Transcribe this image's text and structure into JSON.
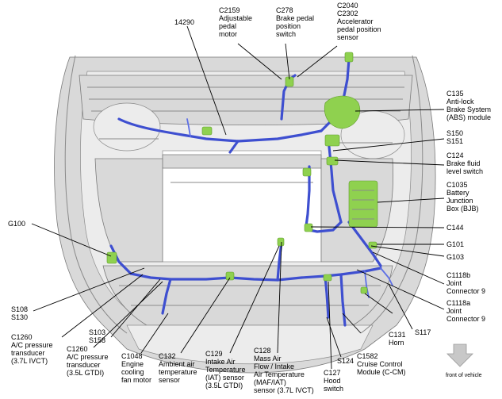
{
  "labels": {
    "c2159": [
      "C2159",
      "Adjustable",
      "pedal",
      "motor"
    ],
    "c278": [
      "C278",
      "Brake pedal",
      "position",
      "switch"
    ],
    "c2040": [
      "C2040",
      "C2302",
      "Accelerator",
      "pedal position",
      "sensor"
    ],
    "n14290": [
      "14290"
    ],
    "c135": [
      "C135",
      "Anti-lock",
      "Brake System",
      "(ABS) module"
    ],
    "s150": [
      "S150",
      "S151"
    ],
    "c124": [
      "C124",
      "Brake fluid",
      "level switch"
    ],
    "c1035": [
      "C1035",
      "Battery",
      "Junction",
      "Box (BJB)"
    ],
    "c144": [
      "C144"
    ],
    "g100": [
      "G100"
    ],
    "g101": [
      "G101"
    ],
    "g103": [
      "G103"
    ],
    "c1118b": [
      "C1118b",
      "Joint",
      "Connector 9"
    ],
    "c1118a": [
      "C1118a",
      "Joint",
      "Connector 9"
    ],
    "s108": [
      "S108",
      "S130"
    ],
    "s103": [
      "S103",
      "S158"
    ],
    "c1260a": [
      "C1260",
      "A/C pressure",
      "transducer",
      "(3.7L IVCT)"
    ],
    "c1260b": [
      "C1260",
      "A/C pressure",
      "transducer",
      "(3.5L GTDI)"
    ],
    "c1048": [
      "C1048",
      "Engine",
      "cooling",
      "fan motor"
    ],
    "c132": [
      "C132",
      "Ambient air",
      "temperature",
      "sensor"
    ],
    "c129": [
      "C129",
      "Intake Air",
      "Temperature",
      "(IAT) sensor",
      "(3.5L GTDI)"
    ],
    "c128": [
      "C128",
      "Mass Air",
      "Flow / Intake",
      "Air Temperature",
      "(MAF/IAT)",
      "sensor (3.7L IVCT)"
    ],
    "c127": [
      "C127",
      "Hood",
      "switch"
    ],
    "s124": [
      "S124"
    ],
    "c1582": [
      "C1582",
      "Cruise Control",
      "Module (C-CM)"
    ],
    "c131": [
      "C131",
      "Horn"
    ],
    "s117": [
      "S117"
    ]
  },
  "front_of_vehicle": "front of vehicle",
  "colors": {
    "harness": "#3e4fd0",
    "connector": "#8fd14f",
    "body": "#d9d9d9",
    "arrow": "#c8c8c8"
  },
  "icons": {
    "direction": "arrow-down-icon"
  }
}
